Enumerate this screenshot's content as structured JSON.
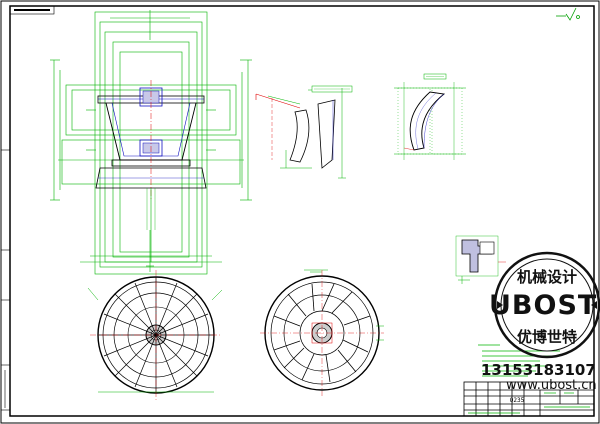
{
  "drawing": {
    "material": "Q235",
    "watermark": {
      "brand": "UBOST",
      "phone": "13153183107",
      "url": "www.ubost.cn",
      "top_text": "机械设计",
      "bottom_text": "优博世特"
    }
  },
  "colors": {
    "green": "#00b400",
    "red": "#e00000",
    "blue": "#1010c0",
    "black": "#000000"
  }
}
